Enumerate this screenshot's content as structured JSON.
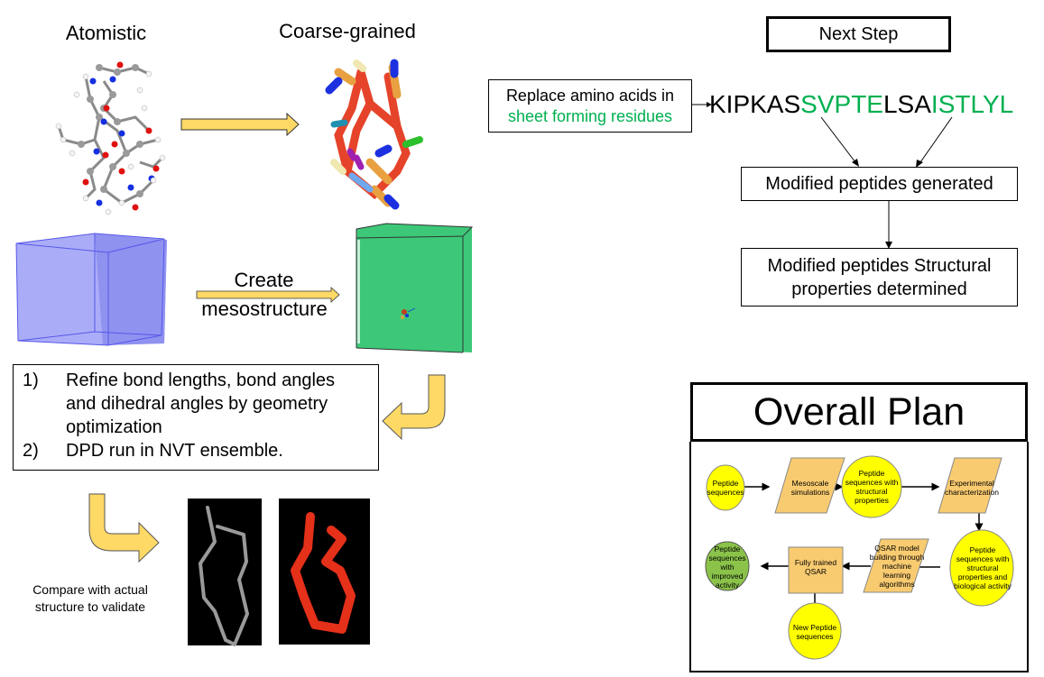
{
  "left": {
    "atomistic_label": "Atomistic",
    "coarse_label": "Coarse-grained",
    "create_label_1": "Create",
    "create_label_2": "mesostructure",
    "steps": [
      {
        "num": "1)",
        "text": "Refine bond lengths, bond angles and dihedral angles by geometry optimization"
      },
      {
        "num": "2)",
        "text": "DPD run in NVT ensemble."
      }
    ],
    "compare_label": "Compare with actual structure to validate"
  },
  "next_step": {
    "title": "Next Step",
    "replace_line1": "Replace amino acids in",
    "replace_line2": "sheet forming residues",
    "sequence": [
      {
        "text": "KIPKAS",
        "color": "#000000"
      },
      {
        "text": "SVPTE",
        "color": "#00b050"
      },
      {
        "text": "LSA",
        "color": "#000000"
      },
      {
        "text": "ISTLYL",
        "color": "#00b050"
      }
    ],
    "generated": "Modified peptides generated",
    "determined": "Modified peptides Structural properties determined"
  },
  "overall_plan": {
    "title": "Overall Plan",
    "nodes": [
      {
        "id": "n1",
        "text": "Peptide sequences",
        "shape": "circle",
        "color": "#ffff00"
      },
      {
        "id": "n2",
        "text": "Mesoscale simulations",
        "shape": "parallelogram",
        "color": "#f9cb70"
      },
      {
        "id": "n3",
        "text": "Peptide sequences with structural properties",
        "shape": "circle",
        "color": "#ffff00"
      },
      {
        "id": "n4",
        "text": "Experimental characterization",
        "shape": "parallelogram",
        "color": "#f9cb70"
      },
      {
        "id": "n5",
        "text": "Peptide sequences with structural properties and biological activity",
        "shape": "circle",
        "color": "#ffff00"
      },
      {
        "id": "n6",
        "text": "QSAR model building through machine learning algorithms",
        "shape": "parallelogram",
        "color": "#f9cb70"
      },
      {
        "id": "n7",
        "text": "Fully trained QSAR",
        "shape": "rect",
        "color": "#f9cb70"
      },
      {
        "id": "n8",
        "text": "Peptide sequences with improved activity",
        "shape": "circle",
        "color": "#8bc34a"
      },
      {
        "id": "n9",
        "text": "New Peptide sequences",
        "shape": "circle",
        "color": "#ffff00"
      }
    ]
  },
  "colors": {
    "accent_green": "#00b050",
    "arrow_yellow": "#ffd966",
    "cube_blue": "#9a9cf5",
    "mesh_green": "#3cc878",
    "cg_red": "#e5432a"
  }
}
